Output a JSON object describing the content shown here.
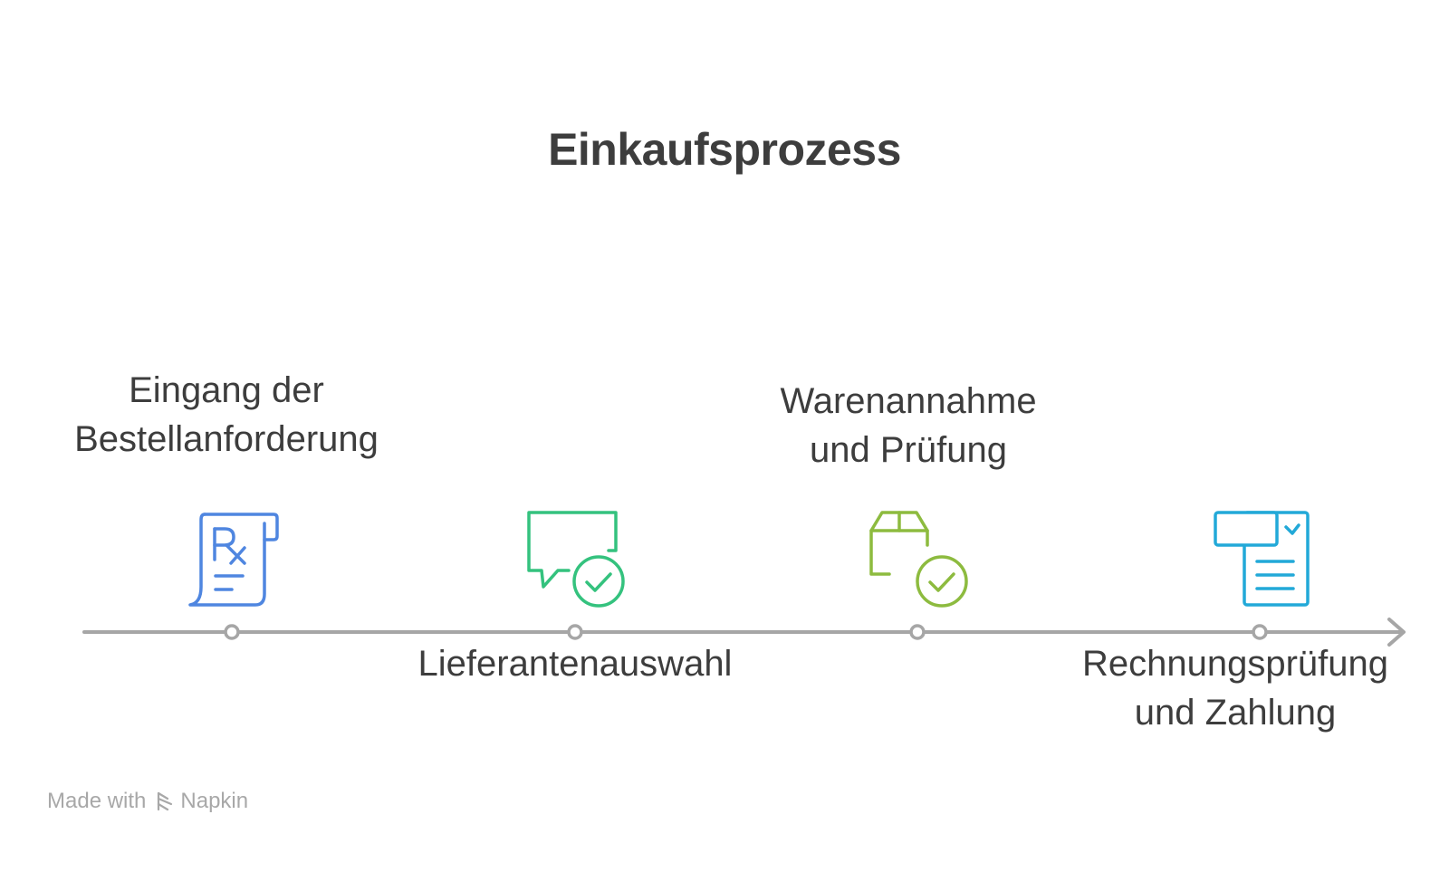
{
  "title": "Einkaufsprozess",
  "steps": [
    {
      "lines": [
        "Eingang der",
        "Bestellanforderung"
      ],
      "icon": "prescription-scroll-icon",
      "color": "#4f86e0"
    },
    {
      "lines": [
        "Lieferantenauswahl"
      ],
      "icon": "chat-check-icon",
      "color": "#34c27e"
    },
    {
      "lines": [
        "Warenannahme",
        "und Prüfung"
      ],
      "icon": "box-check-icon",
      "color": "#8dbb3f"
    },
    {
      "lines": [
        "Rechnungsprüfung",
        "und Zahlung"
      ],
      "icon": "invoice-check-icon",
      "color": "#22a9d8"
    }
  ],
  "colors": {
    "timeline": "#a6a6a6",
    "text": "#3d3d3d",
    "footer": "#a8a8a8"
  },
  "footer": {
    "made_with": "Made with",
    "brand": "Napkin"
  }
}
